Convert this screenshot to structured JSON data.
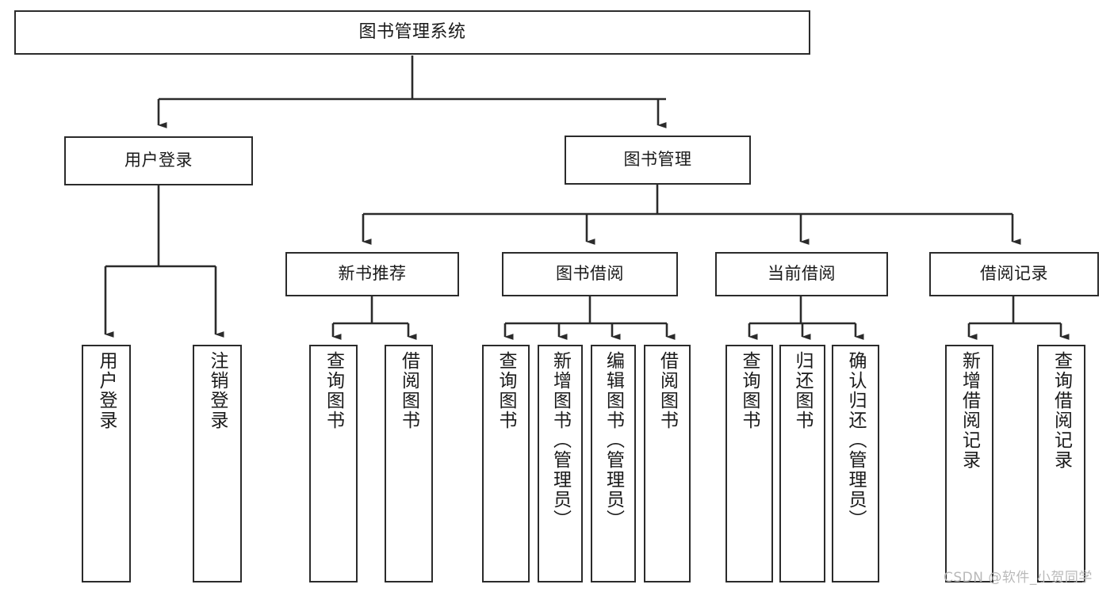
{
  "diagram": {
    "title": "图书管理系统",
    "type": "tree-hierarchy-chart",
    "root": {
      "label": "图书管理系统"
    },
    "level2": [
      {
        "label": "用户登录"
      },
      {
        "label": "图书管理"
      }
    ],
    "level3": [
      {
        "label": "新书推荐",
        "parent": "图书管理"
      },
      {
        "label": "图书借阅",
        "parent": "图书管理"
      },
      {
        "label": "当前借阅",
        "parent": "图书管理"
      },
      {
        "label": "借阅记录",
        "parent": "图书管理"
      }
    ],
    "leaves": [
      {
        "label": "用户登录",
        "parent": "用户登录"
      },
      {
        "label": "注销登录",
        "parent": "用户登录"
      },
      {
        "label": "查询图书",
        "parent": "新书推荐"
      },
      {
        "label": "借阅图书",
        "parent": "新书推荐"
      },
      {
        "label": "查询图书",
        "parent": "图书借阅"
      },
      {
        "label": "新增图书（管理员）",
        "parent": "图书借阅"
      },
      {
        "label": "编辑图书（管理员）",
        "parent": "图书借阅"
      },
      {
        "label": "借阅图书",
        "parent": "图书借阅"
      },
      {
        "label": "查询图书",
        "parent": "当前借阅"
      },
      {
        "label": "归还图书",
        "parent": "当前借阅"
      },
      {
        "label": "确认归还（管理员）",
        "parent": "当前借阅"
      },
      {
        "label": "新增借阅记录",
        "parent": "借阅记录"
      },
      {
        "label": "查询借阅记录",
        "parent": "借阅记录"
      }
    ]
  },
  "watermark": {
    "text": "CSDN @软件_小贺同学"
  },
  "colors": {
    "background": "#ffffff",
    "stroke": "#2b2b2b",
    "text": "#1a1a1a",
    "watermark": "#b9b9b9"
  }
}
